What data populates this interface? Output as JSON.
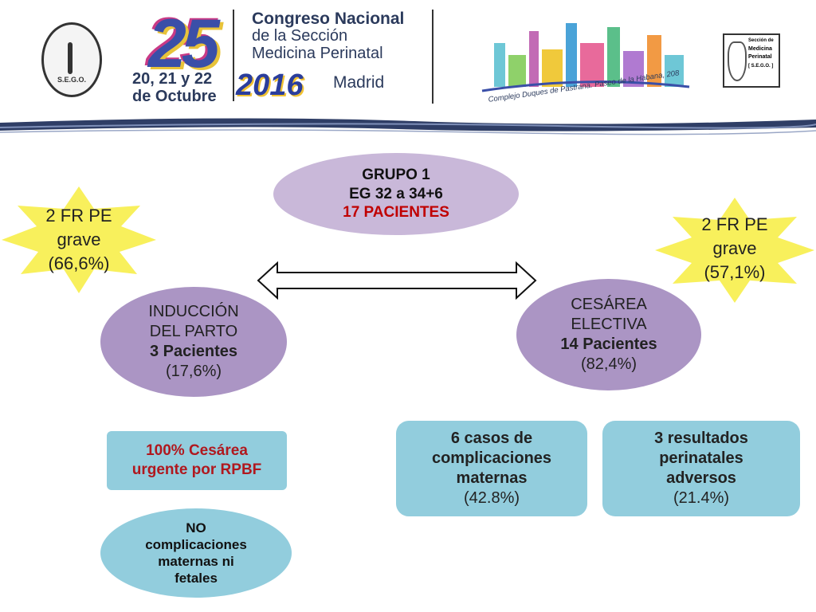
{
  "header": {
    "edition_number": "25",
    "dates_line1": "20, 21 y 22",
    "dates_line2": "de Octubre",
    "year": "2016",
    "title_line1": "Congreso Nacional",
    "title_line2": "de la Sección",
    "title_line3": "Medicina Perinatal",
    "city": "Madrid",
    "venue": "Complejo Duques de Pastrana. Paseo de la Habana, 208",
    "left_seal_text": "S.E.G.O.",
    "right_logo_line1": "Sección de",
    "right_logo_line2": "Medicina",
    "right_logo_line3": "Perinatal",
    "right_logo_line4": "[ S.E.G.O. ]"
  },
  "group": {
    "line1": "GRUPO 1",
    "line2": "EG 32 a 34+6",
    "line3": "17 PACIENTES"
  },
  "left_star": {
    "line1": "2 FR PE",
    "line2": "grave",
    "line3": "(66,6%)"
  },
  "right_star": {
    "line1": "2 FR PE",
    "line2": "grave",
    "line3": "(57,1%)"
  },
  "induccion": {
    "line1": "INDUCCIÓN",
    "line2": "DEL PARTO",
    "line3": "3 Pacientes",
    "line4": "(17,6%)"
  },
  "cesarea": {
    "line1": "CESÁREA",
    "line2": "ELECTIVA",
    "line3": "14 Pacientes",
    "line4": "(82,4%)"
  },
  "urgente": {
    "line1": "100% Cesárea",
    "line2": "urgente por RPBF"
  },
  "no_compl": {
    "line1": "NO",
    "line2": "complicaciones",
    "line3": "maternas ni",
    "line4": "fetales"
  },
  "maternas": {
    "line1": "6 casos de",
    "line2": "complicaciones",
    "line3": "maternas",
    "line4": "(42.8%)"
  },
  "perinatales": {
    "line1": "3 resultados",
    "line2": "perinatales",
    "line3": "adversos",
    "line4": "(21.4%)"
  },
  "colors": {
    "lavender": "#c9b8d9",
    "purple": "#ab95c4",
    "teal": "#92cddd",
    "star_yellow": "#f8f05c",
    "red": "#c00000"
  }
}
